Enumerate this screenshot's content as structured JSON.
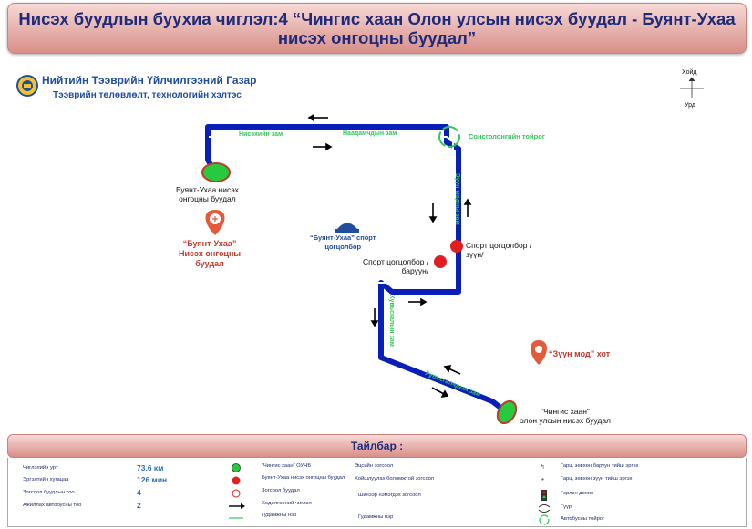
{
  "title": "Нисэх буудлын буухиа чиглэл:4 “Чингис хаан Олон улсын нисэх буудал - Буянт-Ухаа нисэх онгоцны буудал”",
  "agency": {
    "name": "Нийтийн Тээврийн Үйлчилгээний Газар",
    "department": "Тээврийн төлөвлөлт, технологийн хэлтэс"
  },
  "compass": {
    "north": "Хойд",
    "south": "Урд"
  },
  "streets": {
    "niskhiin": "Нисэхийн зам",
    "naadamchdyn": "Наадамчдын зам",
    "zuun_mod": "Зуун модны зам",
    "khuvsgal": "Хувьсгалын зам",
    "khuvsgaluud": "Хувьсгалчдын зам"
  },
  "roundabout": "Сонсголонгийн тойрог",
  "stops": {
    "buyant_ukhaa": [
      "Буянт-Ухаа нисэх",
      "онгоцны буудал"
    ],
    "sport_left": [
      "Спорт цогцолбор /",
      "баруун/"
    ],
    "sport_right": [
      "Спорт цогцолбор /",
      "зүүн/"
    ],
    "chinggis": [
      "“Чингис хаан”",
      "олон улсын нисэх буудал"
    ]
  },
  "landmarks": {
    "airport": [
      "“Буянт-Ухаа”",
      "Нисэх онгоцны",
      "буудал"
    ],
    "sport": [
      "“Буянт-Ухаа” спорт",
      "цогцолбор"
    ],
    "zuunmod": "“Зуун мод” хот"
  },
  "legend": {
    "title": "Тайлбар :",
    "stats": [
      {
        "label": "Чиглэлийн урт",
        "value": "73.6 км"
      },
      {
        "label": "Эргэлтийн хугацаа",
        "value": "126 мин"
      },
      {
        "label": "Зогсоол буудлын тоо",
        "value": "4"
      },
      {
        "label": "Ажиллах автобусны тоо",
        "value": "2"
      }
    ],
    "symbols": [
      {
        "label": "“Чингис хаан” ОУНБ"
      },
      {
        "label": "Буянт-Ухаа нисэх онгоцны буудал"
      },
      {
        "label": "Зогсоол буудал"
      },
      {
        "label": "Хөдөлгөөний чиглэл"
      },
      {
        "label": "Гудамжны нэр"
      }
    ],
    "col3": [
      "Эцсийн зогсоол",
      "Хойшлуулах боломжтой зогсоол",
      "Шинээр нэмэгдэх зогсоол",
      "Гудамжны нэр"
    ],
    "col4": [
      "Гарц, зөвхөн баруун тийш эргэх",
      "Гарц, зөвхөн зүүн тийш эргэх",
      "Гэрлэн дохио",
      "Гүүр",
      "Автобусны тойрог"
    ]
  },
  "colors": {
    "route": "#0a1fb8",
    "stop": "#e02020",
    "terminal": "#27c93f",
    "banner": "#e9b3ad"
  }
}
